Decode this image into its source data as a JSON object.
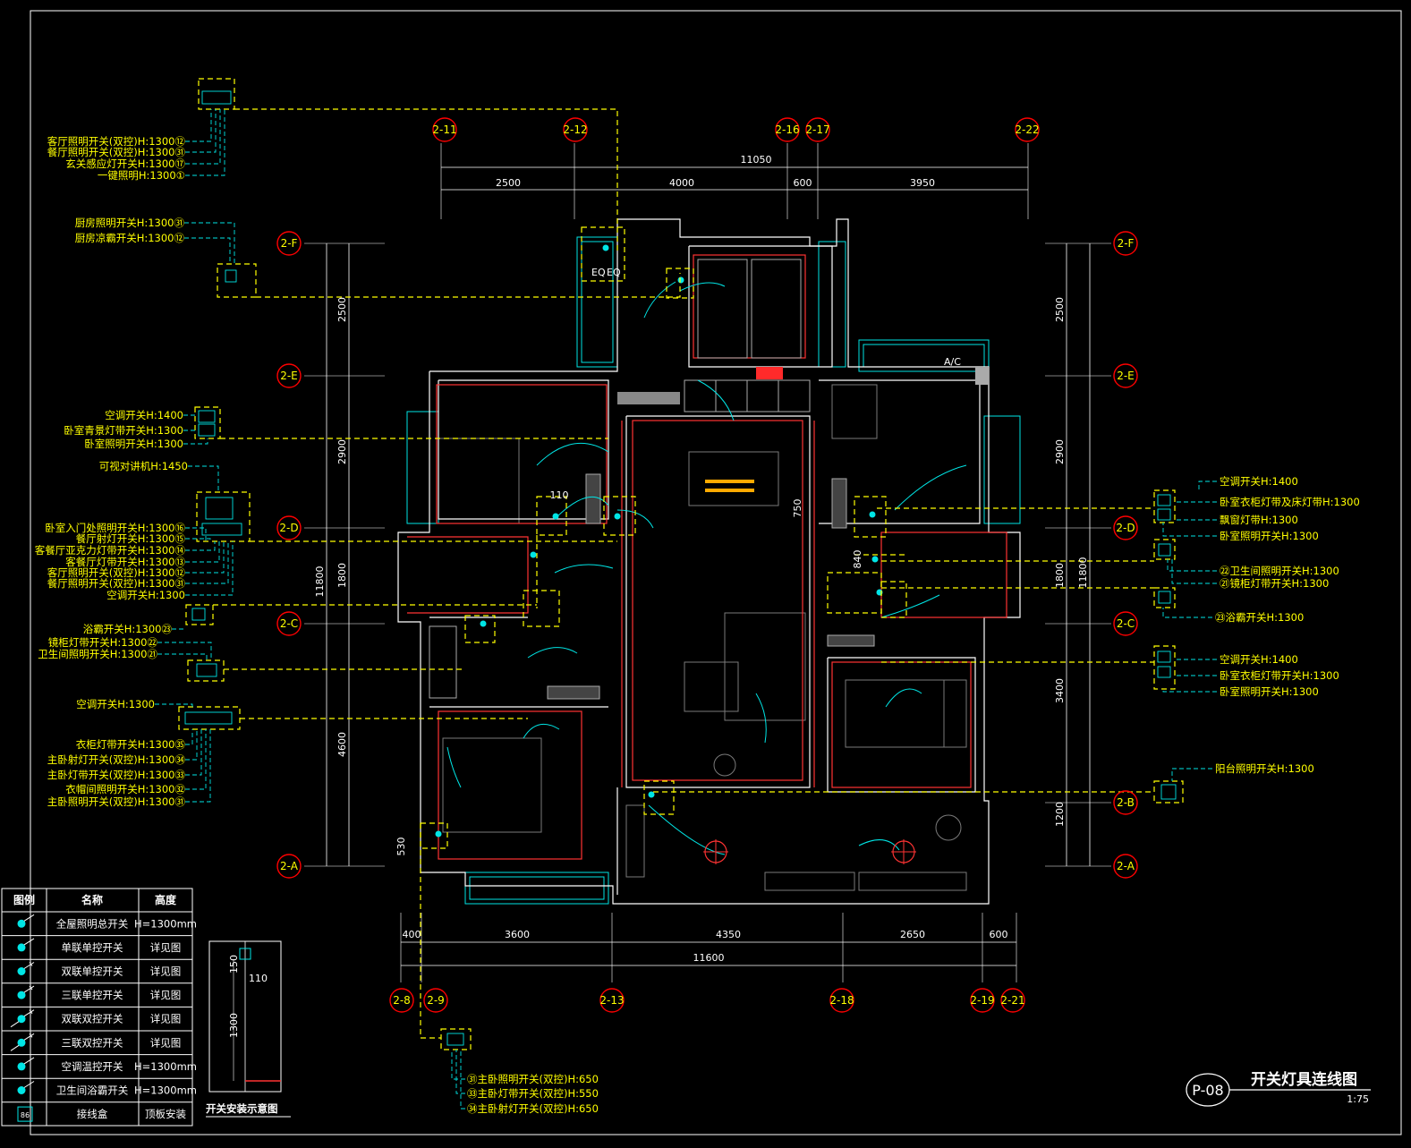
{
  "title": {
    "sheet_no": "P-08",
    "name": "开关灯具连线图",
    "scale": "1:75"
  },
  "axes": {
    "top": [
      "2-11",
      "2-12",
      "2-16",
      "2-17",
      "2-22"
    ],
    "bottom": [
      "2-8",
      "2-9",
      "2-13",
      "2-18",
      "2-19",
      "2-21"
    ],
    "side": [
      "2-F",
      "2-E",
      "2-D",
      "2-C",
      "2-B",
      "2-A"
    ]
  },
  "dimensions": {
    "top_total": "11050",
    "top_parts": [
      "2500",
      "4000",
      "600",
      "3950"
    ],
    "bottom_total": "11600",
    "bottom_parts": [
      "400",
      "3600",
      "4350",
      "2650",
      "600"
    ],
    "left_total": "11800",
    "left_parts": [
      "2500",
      "2900",
      "1800",
      "4600"
    ],
    "right_total": "11800",
    "right_parts": [
      "2500",
      "2900",
      "1800",
      "3400",
      "1200"
    ],
    "misc": [
      "750",
      "840",
      "530",
      "110",
      "150",
      "1300"
    ]
  },
  "room_tags": {
    "eq": "EQ",
    "ac": "A/C"
  },
  "left_groups": [
    [
      "客厅照明开关(双控)H:1300⑫",
      "餐厅照明开关(双控)H:1300㉛",
      "玄关感应灯开关H:1300⑰",
      "一键照明H:1300①"
    ],
    [
      "厨房照明开关H:1300㉛",
      "厨房凉霸开关H:1300⑫"
    ],
    [
      "空调开关H:1400",
      "卧室青景灯带开关H:1300",
      "卧室照明开关H:1300"
    ],
    [
      "可视对讲机H:1450"
    ],
    [
      "卧室入门处照明开关H:1300⑯",
      "餐厅射灯开关H:1300⑮",
      "客餐厅亚克力灯带开关H:1300⑭",
      "客餐厅灯带开关H:1300⑬",
      "客厅照明开关(双控)H:1300⑫",
      "餐厅照明开关(双控)H:1300㉛",
      "空调开关H:1300"
    ],
    [
      "浴霸开关H:1300㉓"
    ],
    [
      "镜柜灯带开关H:1300㉒",
      "卫生间照明开关H:1300㉑"
    ],
    [
      "空调开关H:1300"
    ],
    [
      "衣柜灯带开关H:1300㉟",
      "主卧射灯开关(双控)H:1300㉞",
      "主卧灯带开关(双控)H:1300㉝",
      "衣帽间照明开关H:1300㉜",
      "主卧照明开关(双控)H:1300㉛"
    ]
  ],
  "right_groups": [
    [
      "空调开关H:1400",
      "卧室衣柜灯带及床灯带H:1300",
      "飘窗灯带H:1300",
      "卧室照明开关H:1300"
    ],
    [
      "㉒卫生间照明开关H:1300",
      "㉑镜柜灯带开关H:1300"
    ],
    [
      "㉓浴霸开关H:1300"
    ],
    [
      "空调开关H:1400",
      "卧室衣柜灯带开关H:1300",
      "卧室照明开关H:1300"
    ],
    [
      "阳台照明开关H:1300"
    ]
  ],
  "bottom_group": [
    "㉛主卧照明开关(双控)H:650",
    "㉝主卧灯带开关(双控)H:550",
    "㉞主卧射灯开关(双控)H:650"
  ],
  "legend": {
    "headers": [
      "图例",
      "名称",
      "高度"
    ],
    "rows": [
      {
        "name": "全屋照明总开关",
        "height": "H=1300mm"
      },
      {
        "name": "单联单控开关",
        "height": "详见图"
      },
      {
        "name": "双联单控开关",
        "height": "详见图"
      },
      {
        "name": "三联单控开关",
        "height": "详见图"
      },
      {
        "name": "双联双控开关",
        "height": "详见图"
      },
      {
        "name": "三联双控开关",
        "height": "详见图"
      },
      {
        "name": "空调温控开关",
        "height": "H=1300mm"
      },
      {
        "name": "卫生间浴霸开关",
        "height": "H=1300mm"
      },
      {
        "name": "接线盒",
        "height": "顶板安装"
      }
    ],
    "junction_symbol": "86"
  },
  "install_detail": {
    "caption": "开关安装示意图",
    "values": [
      "150",
      "110",
      "1300"
    ]
  },
  "colors": {
    "background": "#000000",
    "frame": "#ffffff",
    "wall": "#ffffff",
    "inner_wall": "#ff3333",
    "axis_bubble": "#ff0000",
    "label": "#ffff00",
    "dimension": "#ffffff",
    "wire": "#00ffff",
    "window": "#00e5e5",
    "furniture": "#7a7a7a"
  }
}
